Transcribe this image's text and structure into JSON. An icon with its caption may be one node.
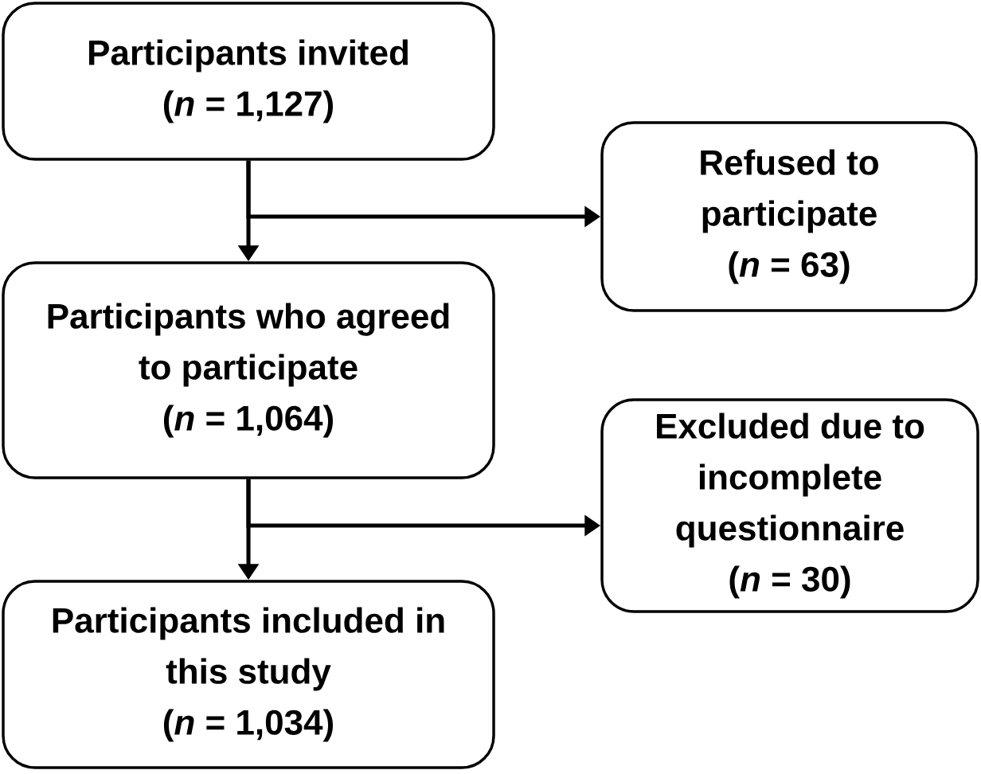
{
  "diagram": {
    "nodes": [
      {
        "text": [
          "Participants invited",
          "(*n* = 1,127)"
        ]
      },
      {
        "text": [
          "Refused to participate",
          "(*n* = 63)"
        ]
      },
      {
        "text": [
          "Participants who agreed to participate",
          "(*n* = 1,064)"
        ]
      },
      {
        "text": [
          "Excluded due to incomplete questionnaire",
          "(*n* = 30)"
        ]
      },
      {
        "text": [
          "Participants included in this study",
          "(*n* = 1,034)"
        ]
      }
    ],
    "edges": [
      {
        "from": 0,
        "to": 2,
        "arrow": "to"
      },
      {
        "from": 0,
        "to": 1,
        "arrow": "to"
      },
      {
        "from": 2,
        "to": 4,
        "arrow": "to"
      },
      {
        "from": 2,
        "to": 3,
        "arrow": "to"
      }
    ]
  }
}
